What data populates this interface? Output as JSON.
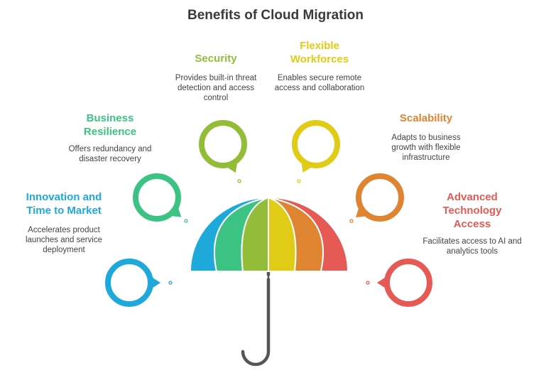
{
  "title": "Benefits of Cloud Migration",
  "benefits": [
    {
      "title": "Innovation and Time to Market",
      "desc": "Accelerates product launches and service deployment",
      "color": "#1EA9DA"
    },
    {
      "title": "Business Resilience",
      "desc": "Offers redundancy and disaster recovery",
      "color": "#3CC384"
    },
    {
      "title": "Security",
      "desc": "Provides built-in threat detection and access control",
      "color": "#93BD38"
    },
    {
      "title": "Flexible Workforces",
      "desc": "Enables secure remote access and collaboration",
      "color": "#E0CB17"
    },
    {
      "title": "Scalability",
      "desc": "Adapts to business growth with flexible infrastructure",
      "color": "#DF8430"
    },
    {
      "title": "Advanced Technology Access",
      "desc": "Facilitates access to AI and analytics tools",
      "color": "#E55A54"
    }
  ],
  "handle_color": "#555555"
}
